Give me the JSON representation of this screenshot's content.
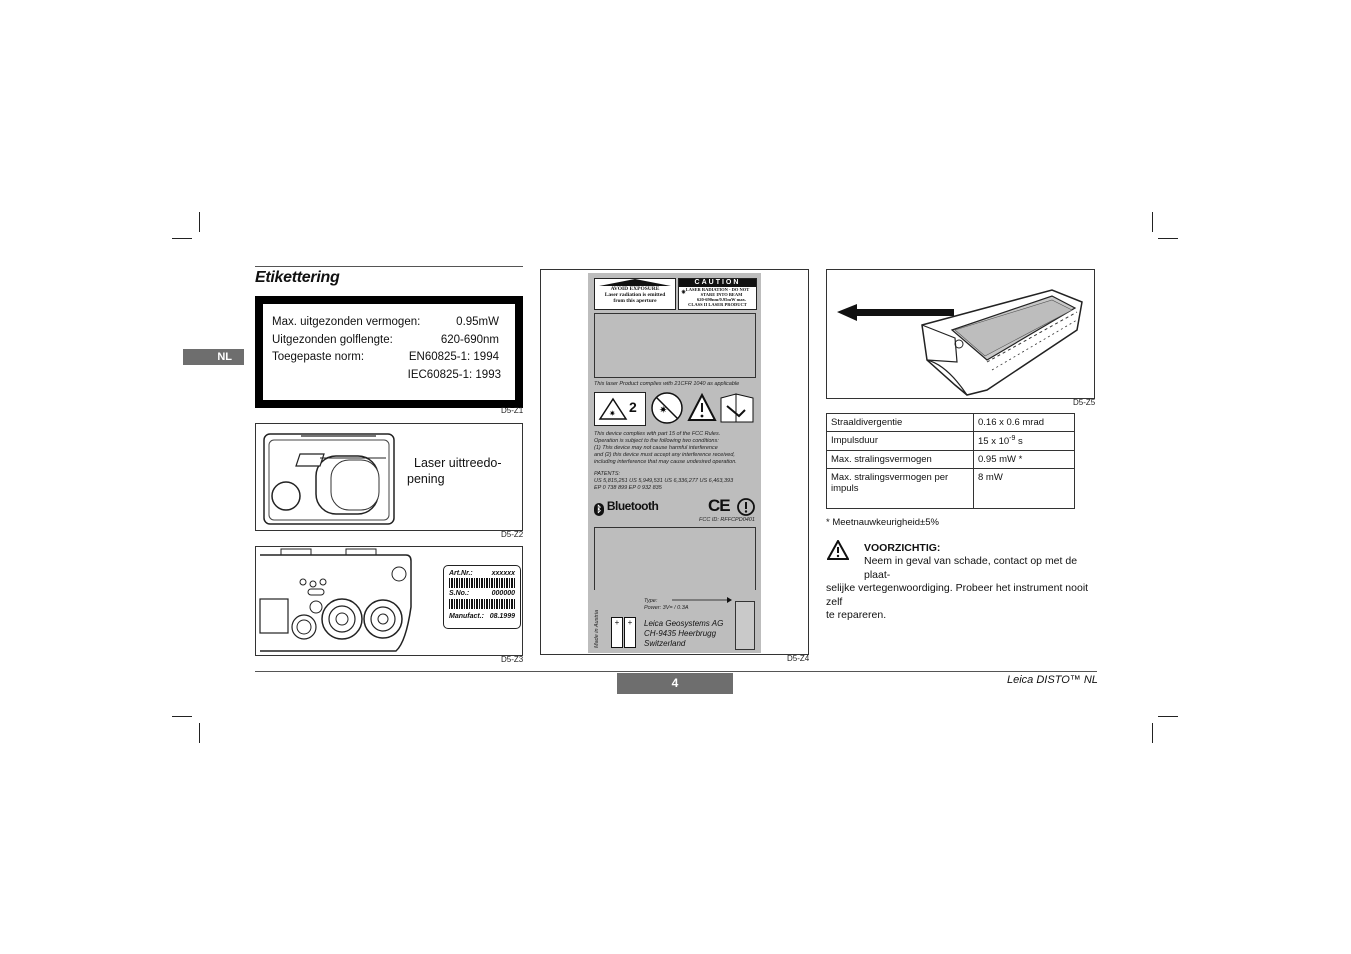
{
  "section": {
    "title": "Etikettering",
    "language_tab": "NL"
  },
  "spec_label": {
    "rows": [
      {
        "label": "Max. uitgezonden vermogen:",
        "value": "0.95mW"
      },
      {
        "label": "Uitgezonden golflengte:",
        "value": "620-690nm"
      },
      {
        "label": "Toegepaste norm:",
        "value": "EN60825-1: 1994"
      },
      {
        "label": "",
        "value": "IEC60825-1: 1993"
      }
    ],
    "code": "D5-Z1"
  },
  "fig_aperture": {
    "callout_line1": "Laser uittreedo-",
    "callout_line2": "pening",
    "code": "D5-Z2"
  },
  "fig_bottom": {
    "artnr_label": "Art.Nr.:",
    "artnr_value": "xxxxxx",
    "sno_label": "S.No.:",
    "sno_value": "000000",
    "manufact_label": "Manufact.:",
    "manufact_value": "08.1999",
    "code": "D5-Z3"
  },
  "fig_label_plate": {
    "avoid_line1": "AVOID EXPOSURE",
    "avoid_line2": "Laser radiation is emitted",
    "avoid_line3": "from this aperture",
    "caution_title": "CAUTION",
    "caution_line1": "LASER RADIATION - DO NOT",
    "caution_line2": "STARE INTO BEAM",
    "caution_line3": "620-690nm/0.95mW max.",
    "caution_line4": "CLASS II LASER PRODUCT",
    "cfr_text": "This laser Product complies with 21CFR 1040 as applicable",
    "class_number": "2",
    "fcc_lines": [
      "This device complies with part 15 of the FCC Rules.",
      "Operation is subject to the  following two conditions:",
      "(1) This device may not cause harmful interference",
      "and (2) this device must accept any interference received,",
      "including interference that may cause undesired operation."
    ],
    "patents_title": "PATENTS:",
    "patents_line1": "US 5,815,251    US 5,949,531    US 6,336,277    US 6,463,393",
    "patents_line2": "EP 0 738 899    EP 0 932 835",
    "bluetooth": "Bluetooth",
    "ce_mark": "CE",
    "fcc_id": "FCC ID: RFFCPD0401",
    "made_in": "Made in Austria",
    "type_label": "Type:",
    "power_label": "Power:  3V= / 0.3A",
    "company_line1": "Leica Geosystems AG",
    "company_line2": "CH-9435 Heerbrugg",
    "company_line3": "Switzerland",
    "code": "D5-Z4"
  },
  "fig_beam": {
    "code": "D5-Z5"
  },
  "tech_table": [
    {
      "label": "Straaldivergentie",
      "value": "0.16 x 0.6 mrad"
    },
    {
      "label": "Impulsduur",
      "value_base": "15 x 10",
      "value_exp": "-9",
      "value_unit": " s"
    },
    {
      "label": "Max. stralingsvermogen",
      "value": "0.95 mW *"
    },
    {
      "label": "Max. stralingsvermogen per impuls",
      "value": "8 mW"
    }
  ],
  "footnote": "* Meetnauwkeurigheid±5%",
  "caution": {
    "title": "VOORZICHTIG:",
    "line1": "Neem in geval van schade, contact op met de plaat-",
    "line2": "selijke vertegenwoordiging. Probeer het instrument nooit zelf",
    "line3": "te repareren."
  },
  "footer": {
    "page_number": "4",
    "product": "Leica DISTO™ NL"
  }
}
